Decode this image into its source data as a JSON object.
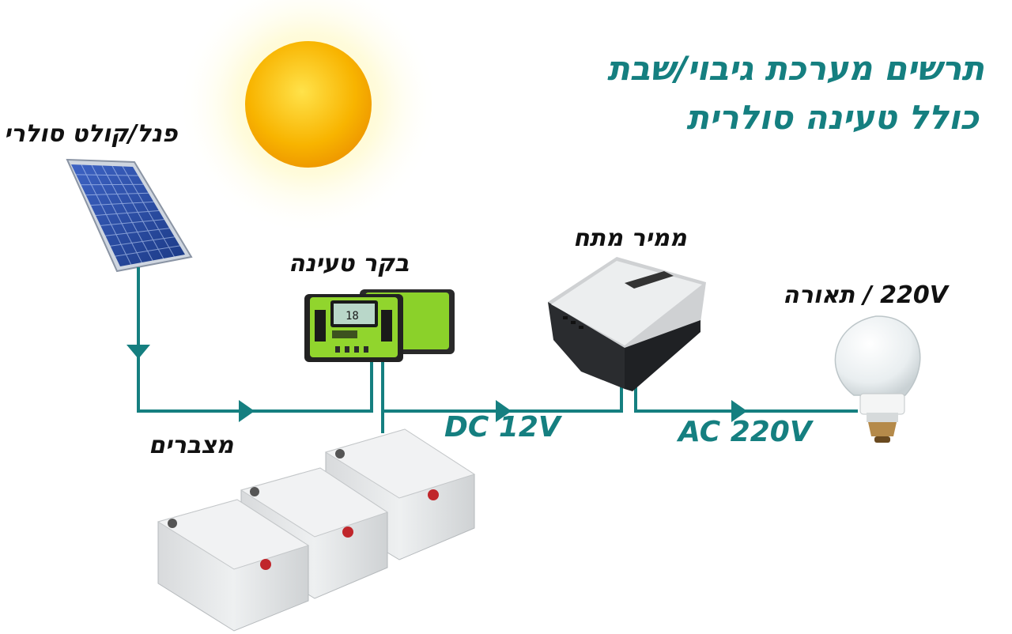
{
  "title": {
    "line1": "תרשים מערכת גיבוי/שבת",
    "line2": "כולל טעינה סולרית"
  },
  "components": {
    "solar_panel": "פנל/קולט סולרי",
    "charge_controller": "בקר טעינה",
    "inverter": "ממיר מתח",
    "lighting": "220V / תאורה",
    "batteries": "מצברים"
  },
  "lines": {
    "dc": "DC 12V",
    "ac": "AC 220V"
  },
  "colors": {
    "accent": "#157f80",
    "label_text": "#111111",
    "sun": "#f6b400",
    "panel_cells": "#2a4fa8",
    "controller_body": "#8bd12a",
    "battery_body": "#e4e6e8",
    "bulb_glass": "#eef1f2"
  },
  "icons": [
    "sun-icon",
    "solar-panel-icon",
    "charge-controller-icon",
    "inverter-icon",
    "light-bulb-icon",
    "battery-icon"
  ]
}
